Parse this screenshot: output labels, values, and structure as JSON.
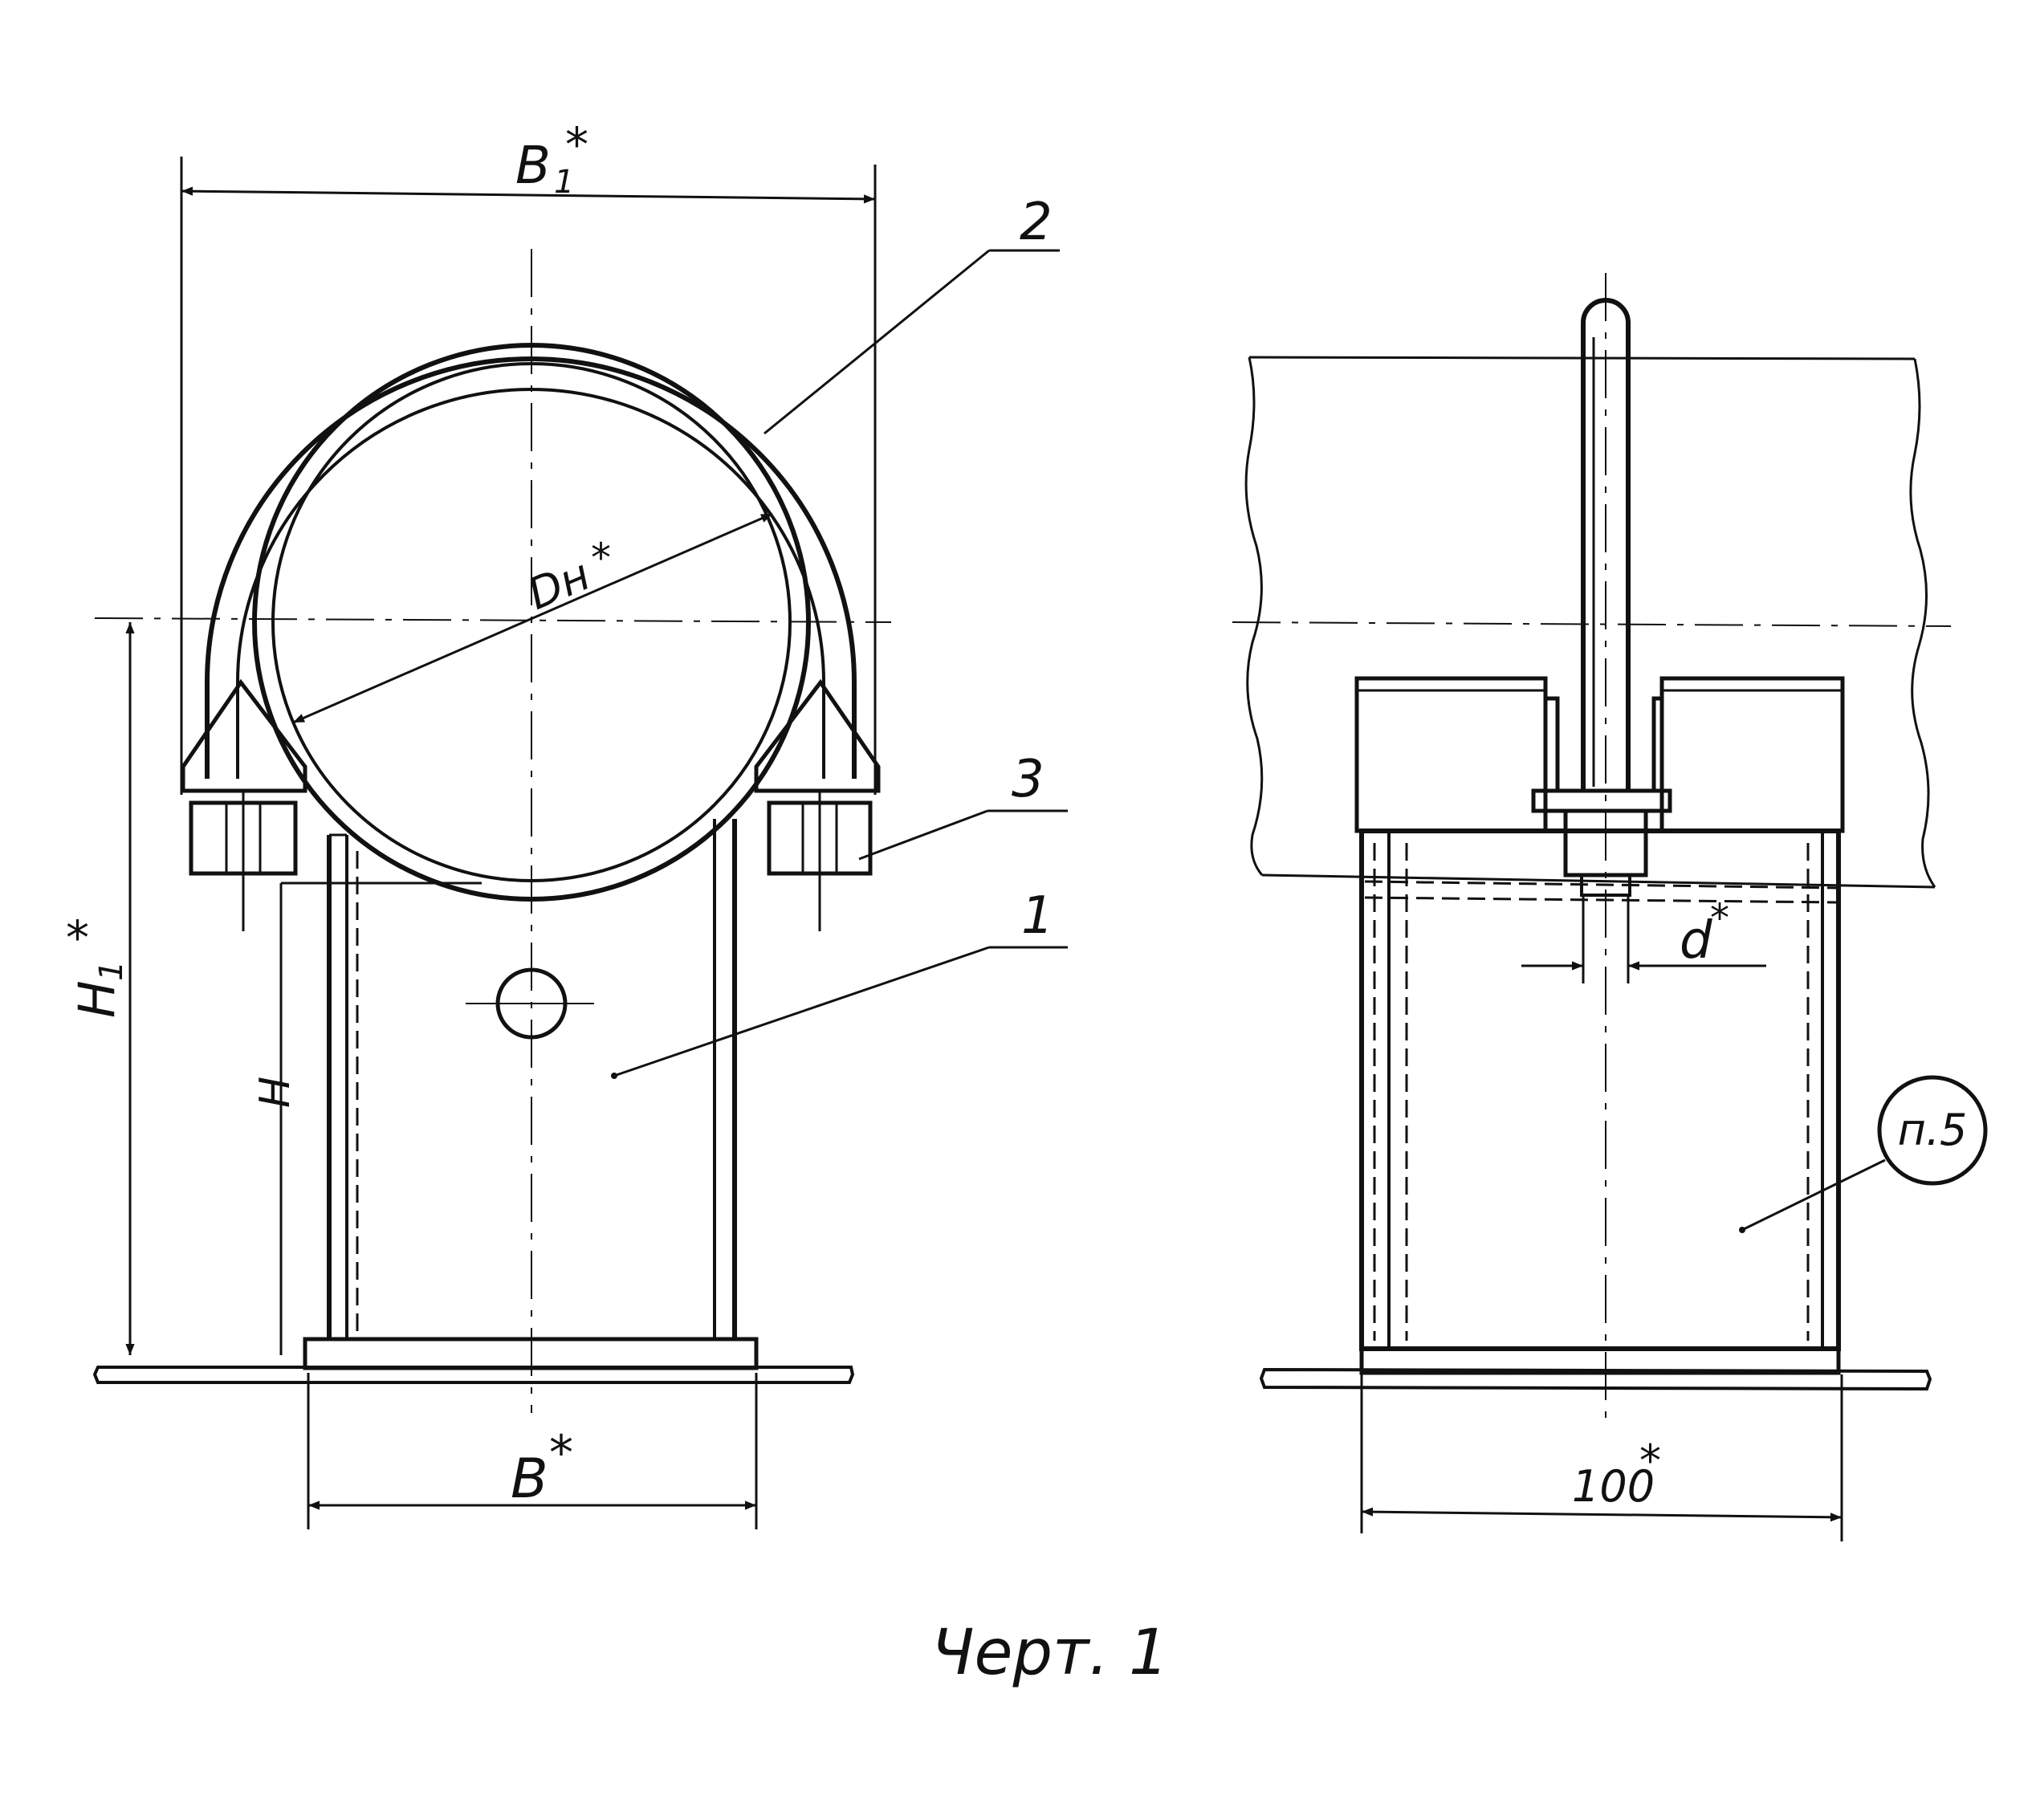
{
  "drawing": {
    "colors": {
      "ink": "#111111",
      "background": "#ffffff"
    },
    "front_view": {
      "dim_b1": "B",
      "dim_b1_sub": "1",
      "dim_b1_star": "*",
      "dim_dn": "Dн",
      "dim_dn_star": "*",
      "dim_h1": "H",
      "dim_h1_sub": "1",
      "dim_h1_star": "*",
      "dim_h": "H",
      "dim_b": "B",
      "dim_b_star": "*",
      "leader_2": "2",
      "leader_3": "3",
      "leader_1": "1"
    },
    "side_view": {
      "dim_d": "d",
      "dim_d_star": "*",
      "dim_100": "100",
      "dim_100_star": "*",
      "note": "п.5"
    },
    "caption": "Черт. 1"
  }
}
